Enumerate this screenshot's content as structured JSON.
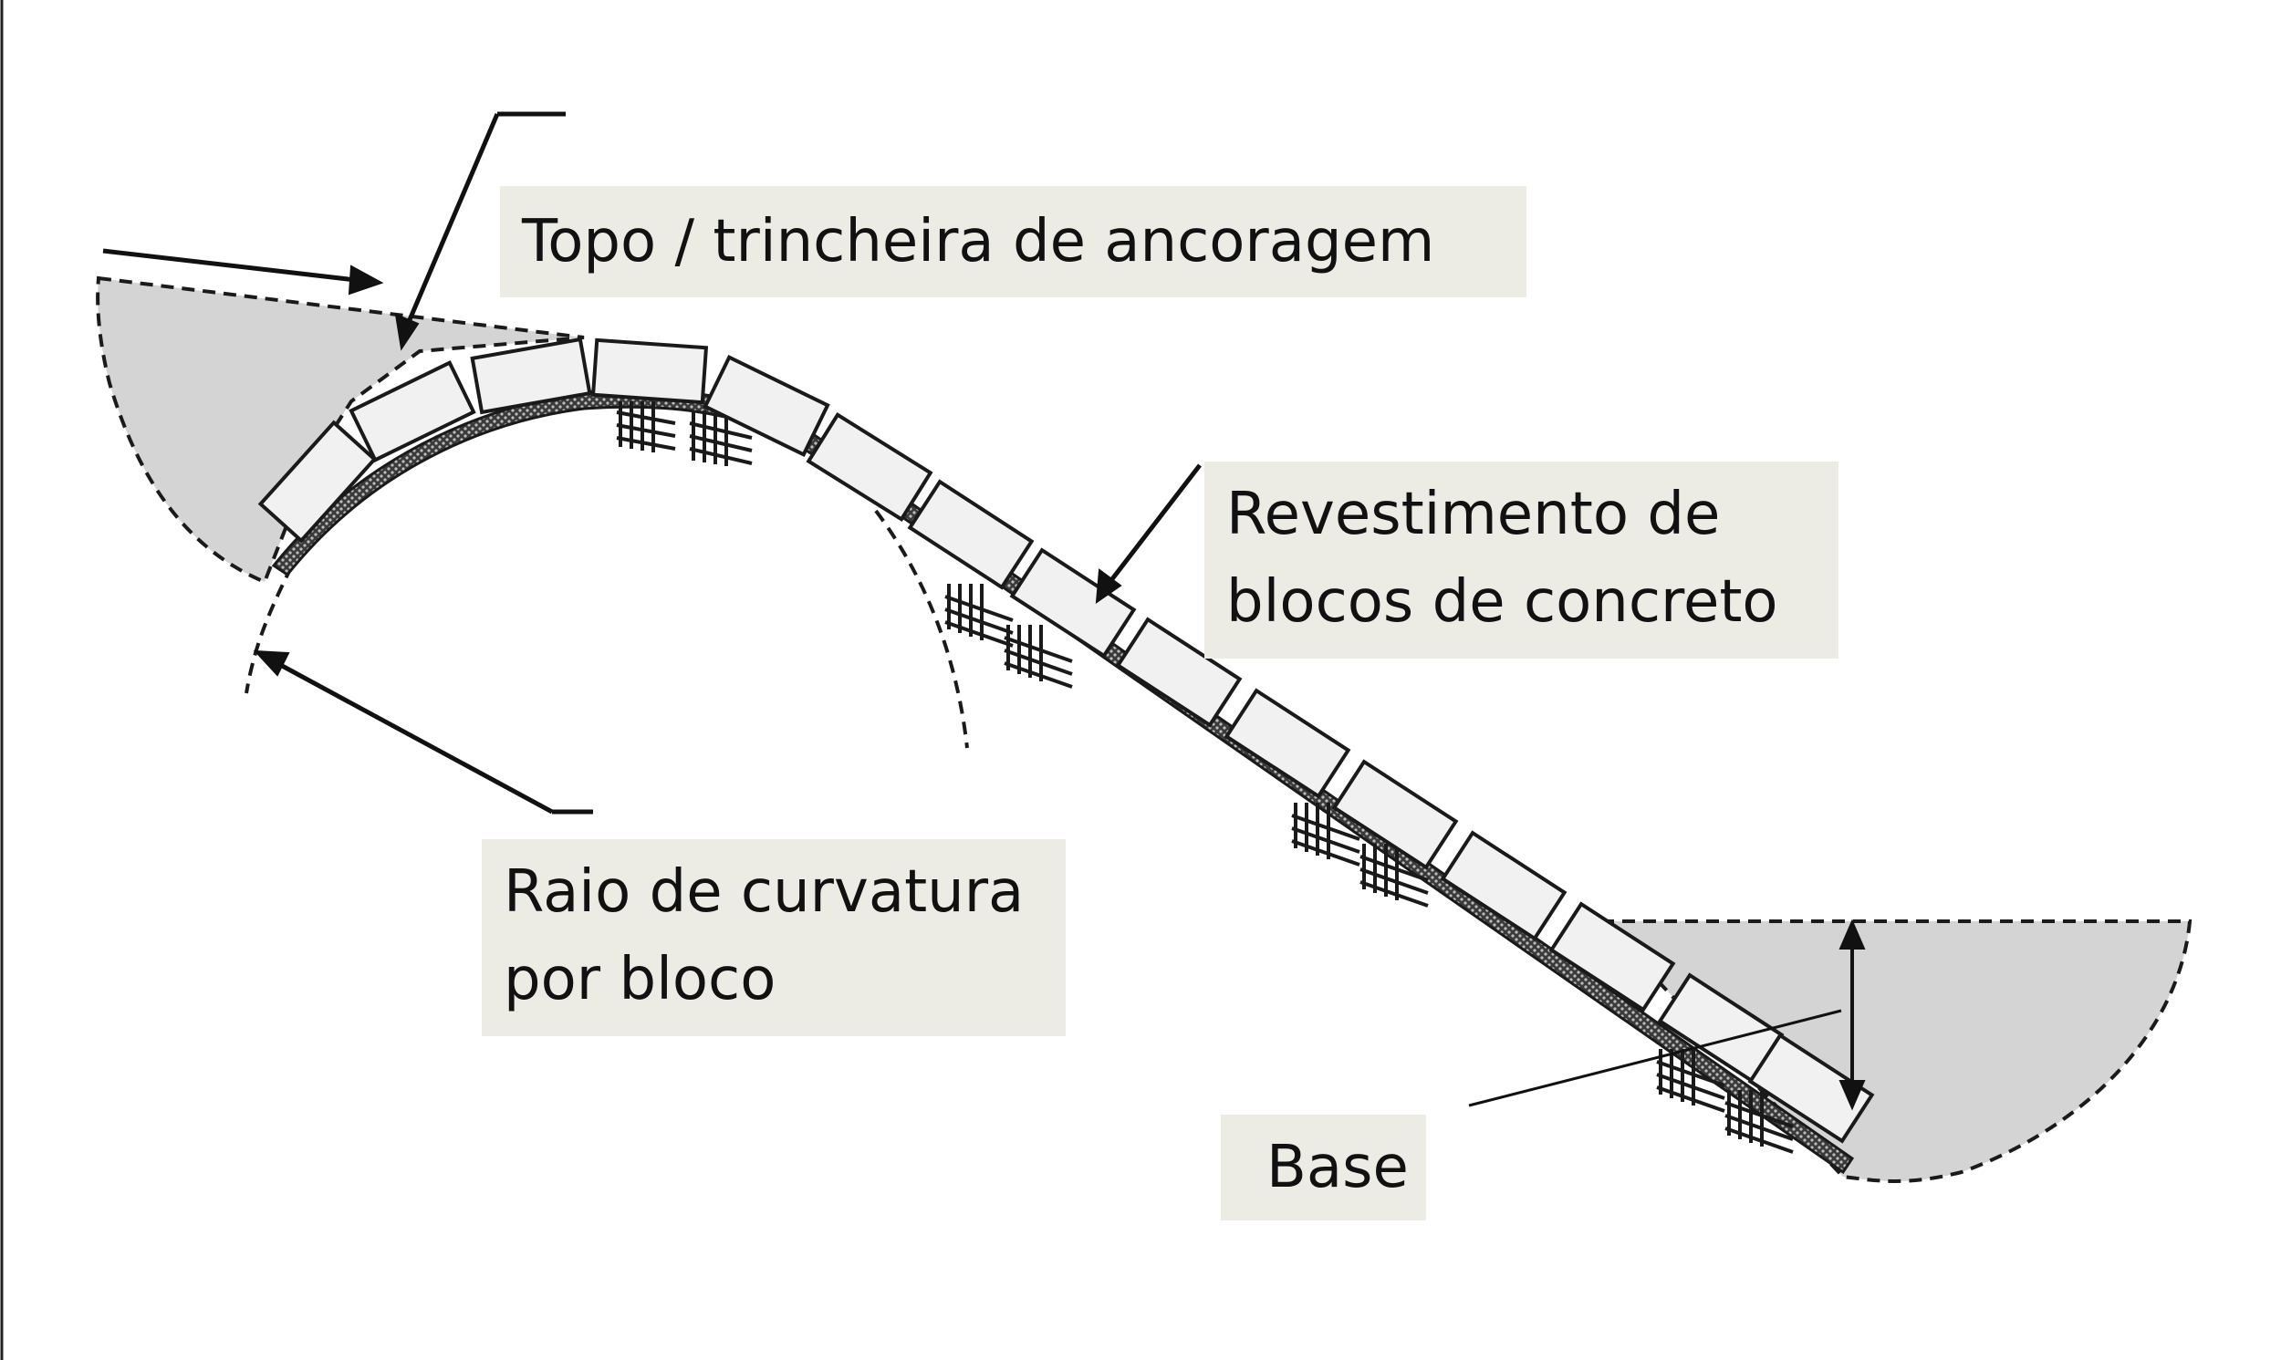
{
  "labels": {
    "top": "Topo / trincheira de ancoragem",
    "lining": [
      "Revestimento de",
      "blocos de concreto"
    ],
    "radius": [
      "Raio de curvatura",
      "por bloco"
    ],
    "base": "Base"
  },
  "colors": {
    "soil_fill": "#d4d4d4",
    "block_fill": "#f1f1f1",
    "line": "#1a1a1a",
    "label_bg": "#ececE4"
  }
}
